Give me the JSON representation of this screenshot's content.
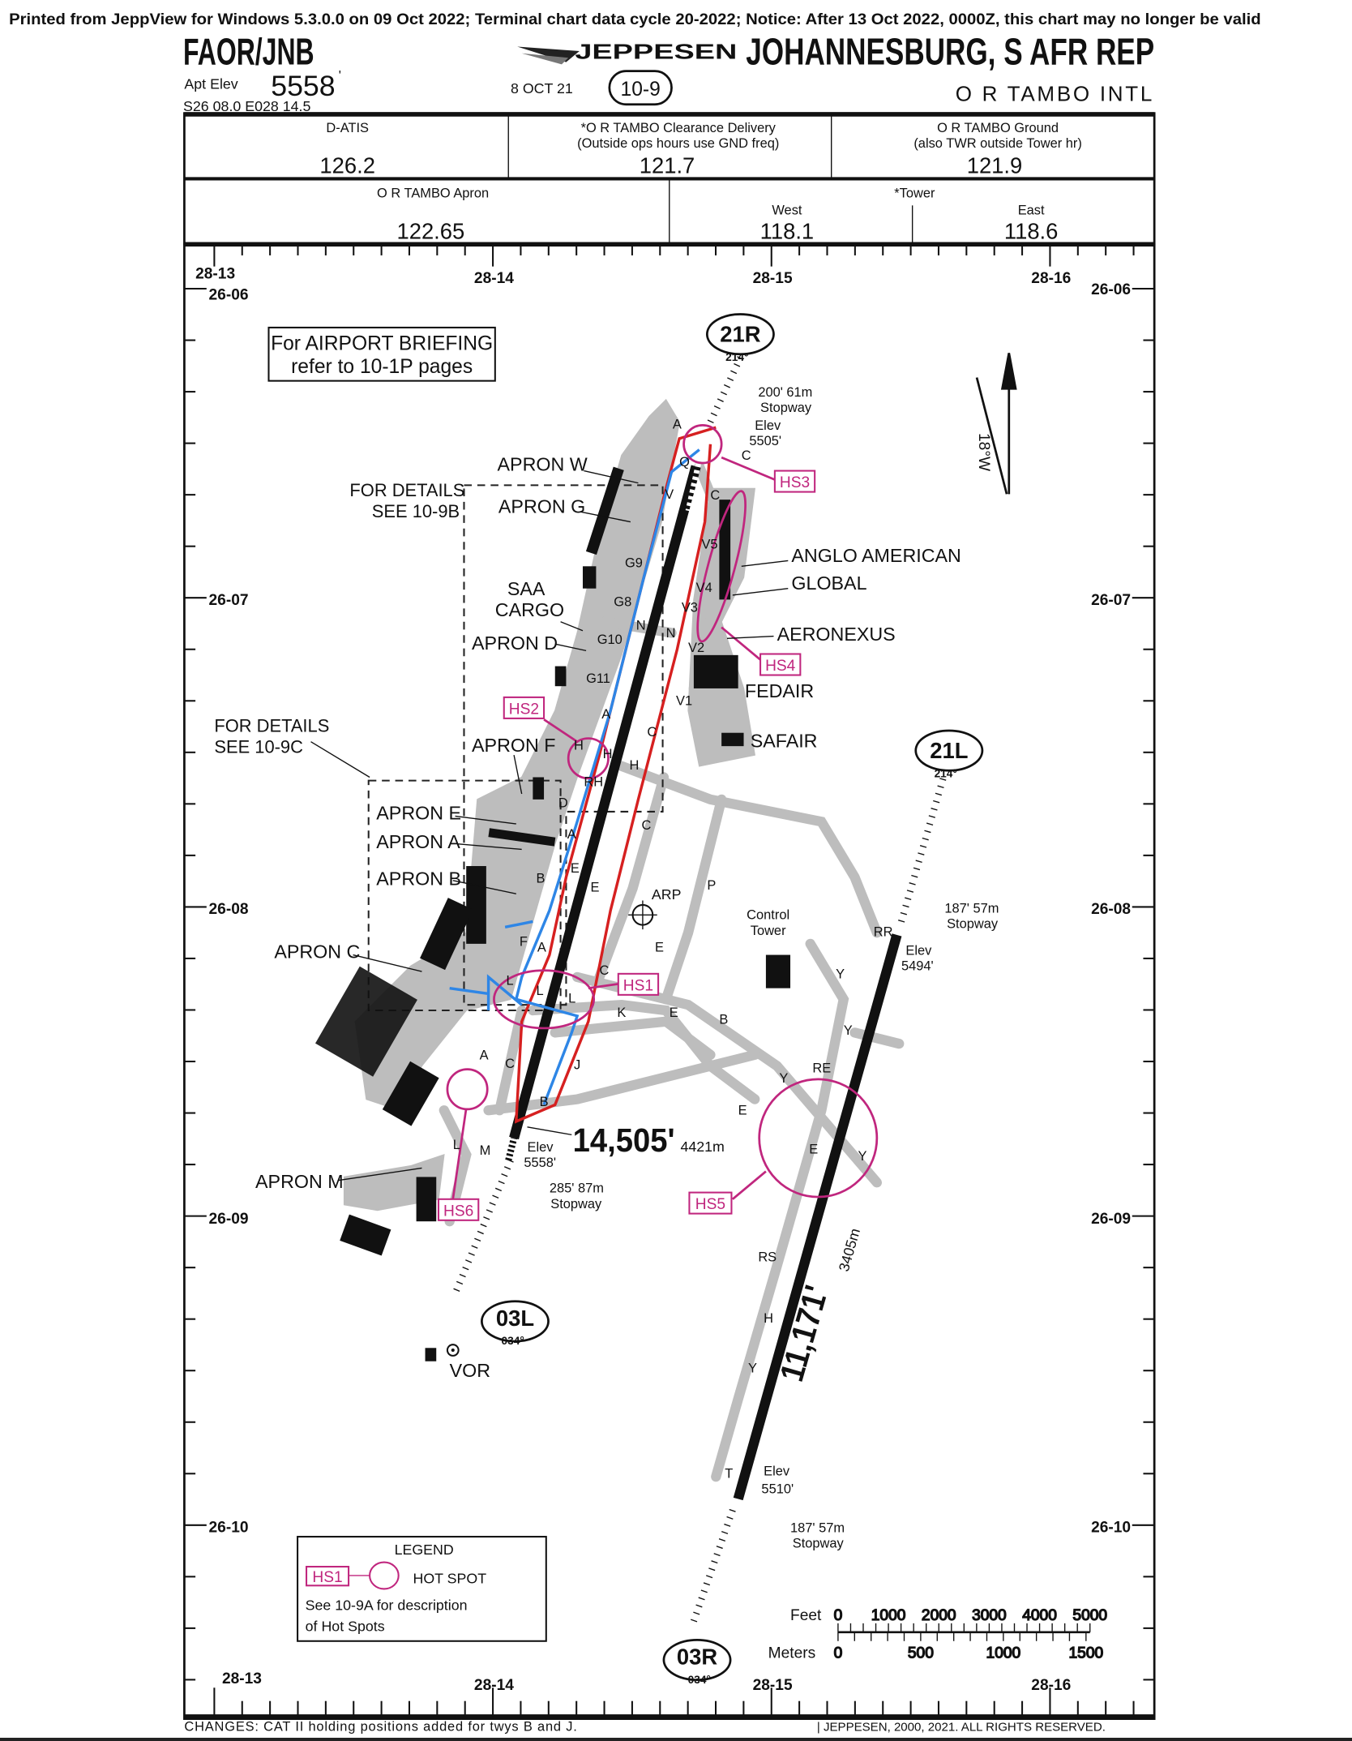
{
  "print_notice": "Printed from JeppView for Windows 5.3.0.0 on 09 Oct 2022; Terminal chart data cycle 20-2022; Notice: After 13 Oct 2022, 0000Z, this chart may no longer be valid",
  "header": {
    "ident": "FAOR/JNB",
    "apt_elev_label": "Apt Elev",
    "apt_elev": "5558",
    "apt_elev_unit": "'",
    "coords": "S26 08.0  E028 14.5",
    "brand": "JEPPESEN",
    "date": "8 OCT 21",
    "chart_no": "10-9",
    "city": "JOHANNESBURG, S AFR REP",
    "airport": "O R TAMBO INTL"
  },
  "frequencies": {
    "atis": {
      "label": "D-ATIS",
      "freq": "126.2"
    },
    "clearance": {
      "label": "*O R TAMBO Clearance Delivery",
      "note": "(Outside ops hours use GND freq)",
      "freq": "121.7"
    },
    "ground": {
      "label": "O R TAMBO Ground",
      "note": "(also TWR outside Tower hr)",
      "freq": "121.9"
    },
    "apron": {
      "label": "O R TAMBO Apron",
      "freq": "122.65"
    },
    "tower": {
      "label": "*Tower",
      "west_label": "West",
      "west_freq": "118.1",
      "east_label": "East",
      "east_freq": "118.6"
    }
  },
  "grid": {
    "lat": [
      "26-06",
      "26-07",
      "26-08",
      "26-09",
      "26-10"
    ],
    "lon": [
      "28-13",
      "28-14",
      "28-15",
      "28-16"
    ]
  },
  "map": {
    "briefing": [
      "For AIRPORT BRIEFING",
      "refer to 10-1P pages"
    ],
    "details_9b": [
      "FOR DETAILS",
      "SEE 10-9B"
    ],
    "details_9c": [
      "FOR DETAILS",
      "SEE 10-9C"
    ],
    "variation": "18°W",
    "runways": {
      "r21r": "21R",
      "r21r_hdg": "214°",
      "r21l": "21L",
      "r21l_hdg": "214°",
      "r03l": "03L",
      "r03l_hdg": "034°",
      "r03r": "03R",
      "r03r_hdg": "034°",
      "west_length": "14,505'",
      "west_length_m": "4421m",
      "east_length": "11,171'",
      "east_length_m": "3405m"
    },
    "notes": {
      "stopway_21r": [
        "200' 61m",
        "Stopway"
      ],
      "elev_21r": [
        "Elev",
        "5505'"
      ],
      "stopway_21l": [
        "187' 57m",
        "Stopway"
      ],
      "elev_21l": [
        "Elev",
        "5494'"
      ],
      "elev_03l": [
        "Elev",
        "5558'"
      ],
      "stopway_03l": [
        "285' 87m",
        "Stopway"
      ],
      "elev_03r": [
        "Elev",
        "5510'"
      ],
      "stopway_03r": [
        "187' 57m",
        "Stopway"
      ]
    },
    "aprons": [
      "APRON W",
      "APRON G",
      "SAA",
      "CARGO",
      "APRON D",
      "APRON F",
      "APRON E",
      "APRON A",
      "APRON B",
      "APRON C",
      "APRON M"
    ],
    "operators": [
      "ANGLO AMERICAN",
      "GLOBAL",
      "AERONEXUS",
      "FEDAIR",
      "SAFAIR"
    ],
    "hotspots": [
      "HS1",
      "HS2",
      "HS3",
      "HS4",
      "HS5",
      "HS6"
    ],
    "arp": "ARP",
    "control_tower": [
      "Control",
      "Tower"
    ],
    "vor": "VOR",
    "taxiways": [
      "A",
      "Q",
      "C",
      "C",
      "V",
      "V5",
      "V4",
      "V3",
      "V2",
      "V1",
      "G9",
      "G8",
      "N",
      "N",
      "G10",
      "G11",
      "A",
      "H",
      "H",
      "H",
      "RH",
      "C",
      "C",
      "D",
      "A",
      "E",
      "E",
      "P",
      "E",
      "B",
      "F",
      "A",
      "C",
      "L",
      "L",
      "L",
      "K",
      "E",
      "B",
      "A",
      "C",
      "J",
      "B",
      "M",
      "L",
      "E",
      "Y",
      "RE",
      "E",
      "Y",
      "RS",
      "Y",
      "H",
      "Y",
      "T",
      "RR",
      "Y",
      "H"
    ]
  },
  "legend": {
    "title": "LEGEND",
    "hotspot_tag": "HS1",
    "hotspot_label": "HOT SPOT",
    "desc": [
      "See 10-9A for description",
      "of Hot Spots"
    ]
  },
  "scale": {
    "feet_label": "Feet",
    "feet": [
      "0",
      "1000",
      "2000",
      "3000",
      "4000",
      "5000"
    ],
    "meters_label": "Meters",
    "meters": [
      "0",
      "500",
      "1000",
      "1500"
    ]
  },
  "footer": {
    "changes": "CHANGES:  CAT II holding positions added for twys B and J.",
    "copyright": "| JEPPESEN, 2000, 2021. ALL RIGHTS RESERVED."
  },
  "colors": {
    "hotspot": "#c0267e",
    "route_red": "#d62020",
    "route_blue": "#2e86e6",
    "pavement": "#bdbdbd"
  }
}
